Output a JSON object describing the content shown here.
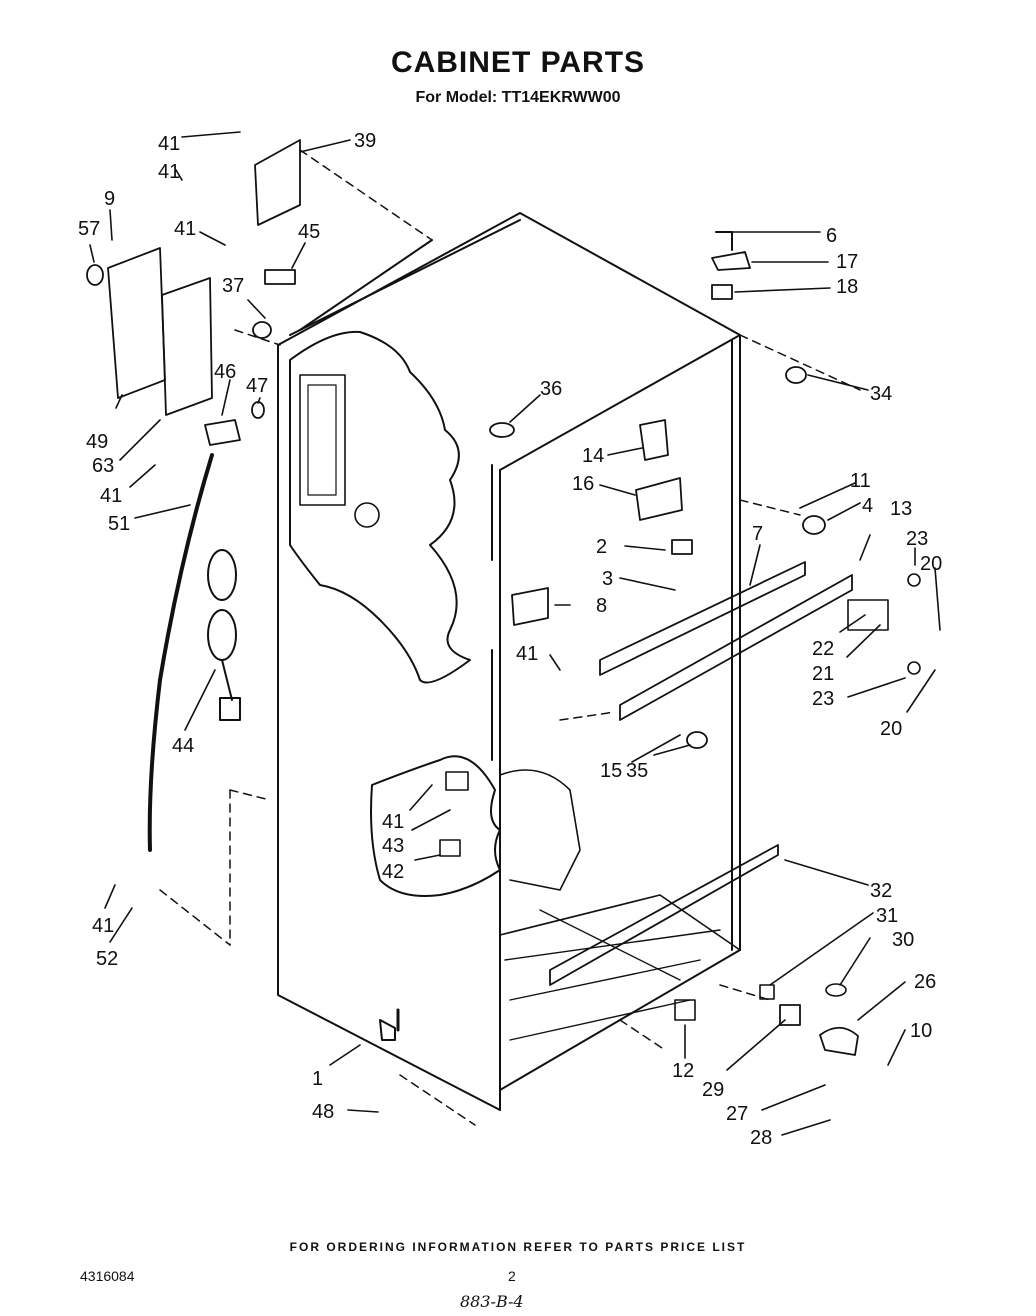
{
  "title": "CABINET PARTS",
  "subtitle": "For Model: TT14EKRWW00",
  "footer_note": "FOR ORDERING INFORMATION REFER TO PARTS PRICE LIST",
  "doc_number": "4316084",
  "page_number": "2",
  "handwritten_note": "883-B-4",
  "part_labels": [
    "41",
    "39",
    "41",
    "9",
    "57",
    "41",
    "45",
    "37",
    "49",
    "63",
    "46",
    "47",
    "41",
    "51",
    "44",
    "41",
    "43",
    "42",
    "41",
    "52",
    "1",
    "48",
    "6",
    "17",
    "18",
    "34",
    "36",
    "14",
    "16",
    "11",
    "4",
    "13",
    "23",
    "20",
    "2",
    "7",
    "3",
    "8",
    "22",
    "21",
    "41",
    "23",
    "20",
    "15",
    "35",
    "32",
    "31",
    "30",
    "26",
    "10",
    "12",
    "29",
    "27",
    "28"
  ]
}
